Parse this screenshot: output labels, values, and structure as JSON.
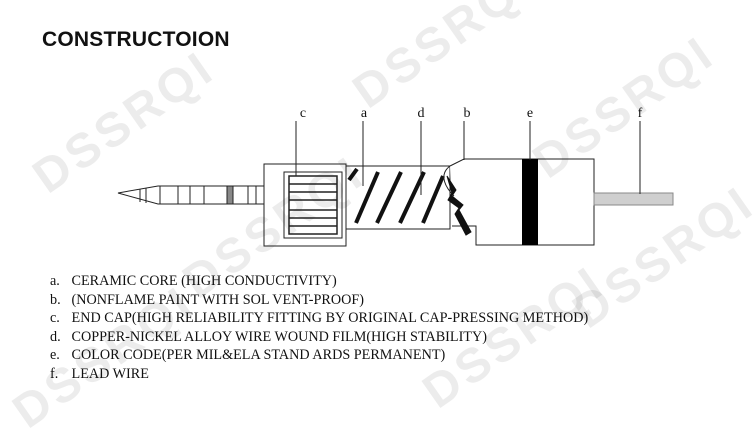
{
  "title": "CONSTRUCTOION",
  "callouts": [
    "c",
    "a",
    "d",
    "b",
    "e",
    "f"
  ],
  "legend": [
    {
      "key": "a.",
      "text": "CERAMIC CORE (HIGH CONDUCTIVITY)"
    },
    {
      "key": "b.",
      "text": "(NONFLAME PAINT WITH SOL VENT-PROOF)"
    },
    {
      "key": "c.",
      "text": "END CAP(HIGH RELIABILITY FITTING BY ORIGINAL CAP-PRESSING METHOD)"
    },
    {
      "key": "d.",
      "text": "COPPER-NICKEL ALLOY WIRE WOUND FILM(HIGH STABILITY)"
    },
    {
      "key": "e.",
      "text": "COLOR CODE(PER MIL&ELA STAND ARDS PERMANENT)"
    },
    {
      "key": "f.",
      "text": "LEAD WIRE"
    }
  ],
  "watermark": "DSSRQI"
}
